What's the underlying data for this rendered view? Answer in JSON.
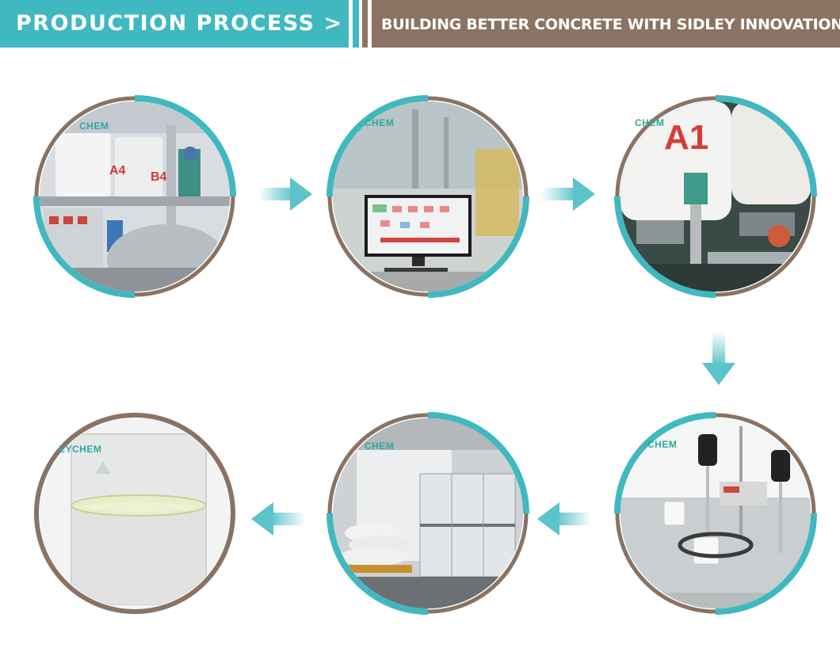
{
  "header": {
    "left_title": "PRODUCTION PROCESS > >",
    "right_title": "BUILDING BETTER CONCRETE WITH SIDLEY INNOVATIONS"
  },
  "colors": {
    "teal": "#40b8c0",
    "brown": "#8a7363",
    "arrow": "#5cc3cb"
  },
  "steps": [
    {
      "name": "reactor-workshop",
      "logo": "CHEM",
      "tank_a": "A4",
      "tank_b": "B4"
    },
    {
      "name": "control-room",
      "logo": "CHEM"
    },
    {
      "name": "valve-tanks",
      "logo": "CHEM",
      "tank_label": "A1"
    },
    {
      "name": "lab-testing",
      "logo": "CHEM"
    },
    {
      "name": "warehouse",
      "logo": "CHEM"
    },
    {
      "name": "final-product",
      "logo": "EYCHEM"
    }
  ],
  "arrows": [
    "arrow-right",
    "arrow-right",
    "arrow-down",
    "arrow-left",
    "arrow-left"
  ]
}
